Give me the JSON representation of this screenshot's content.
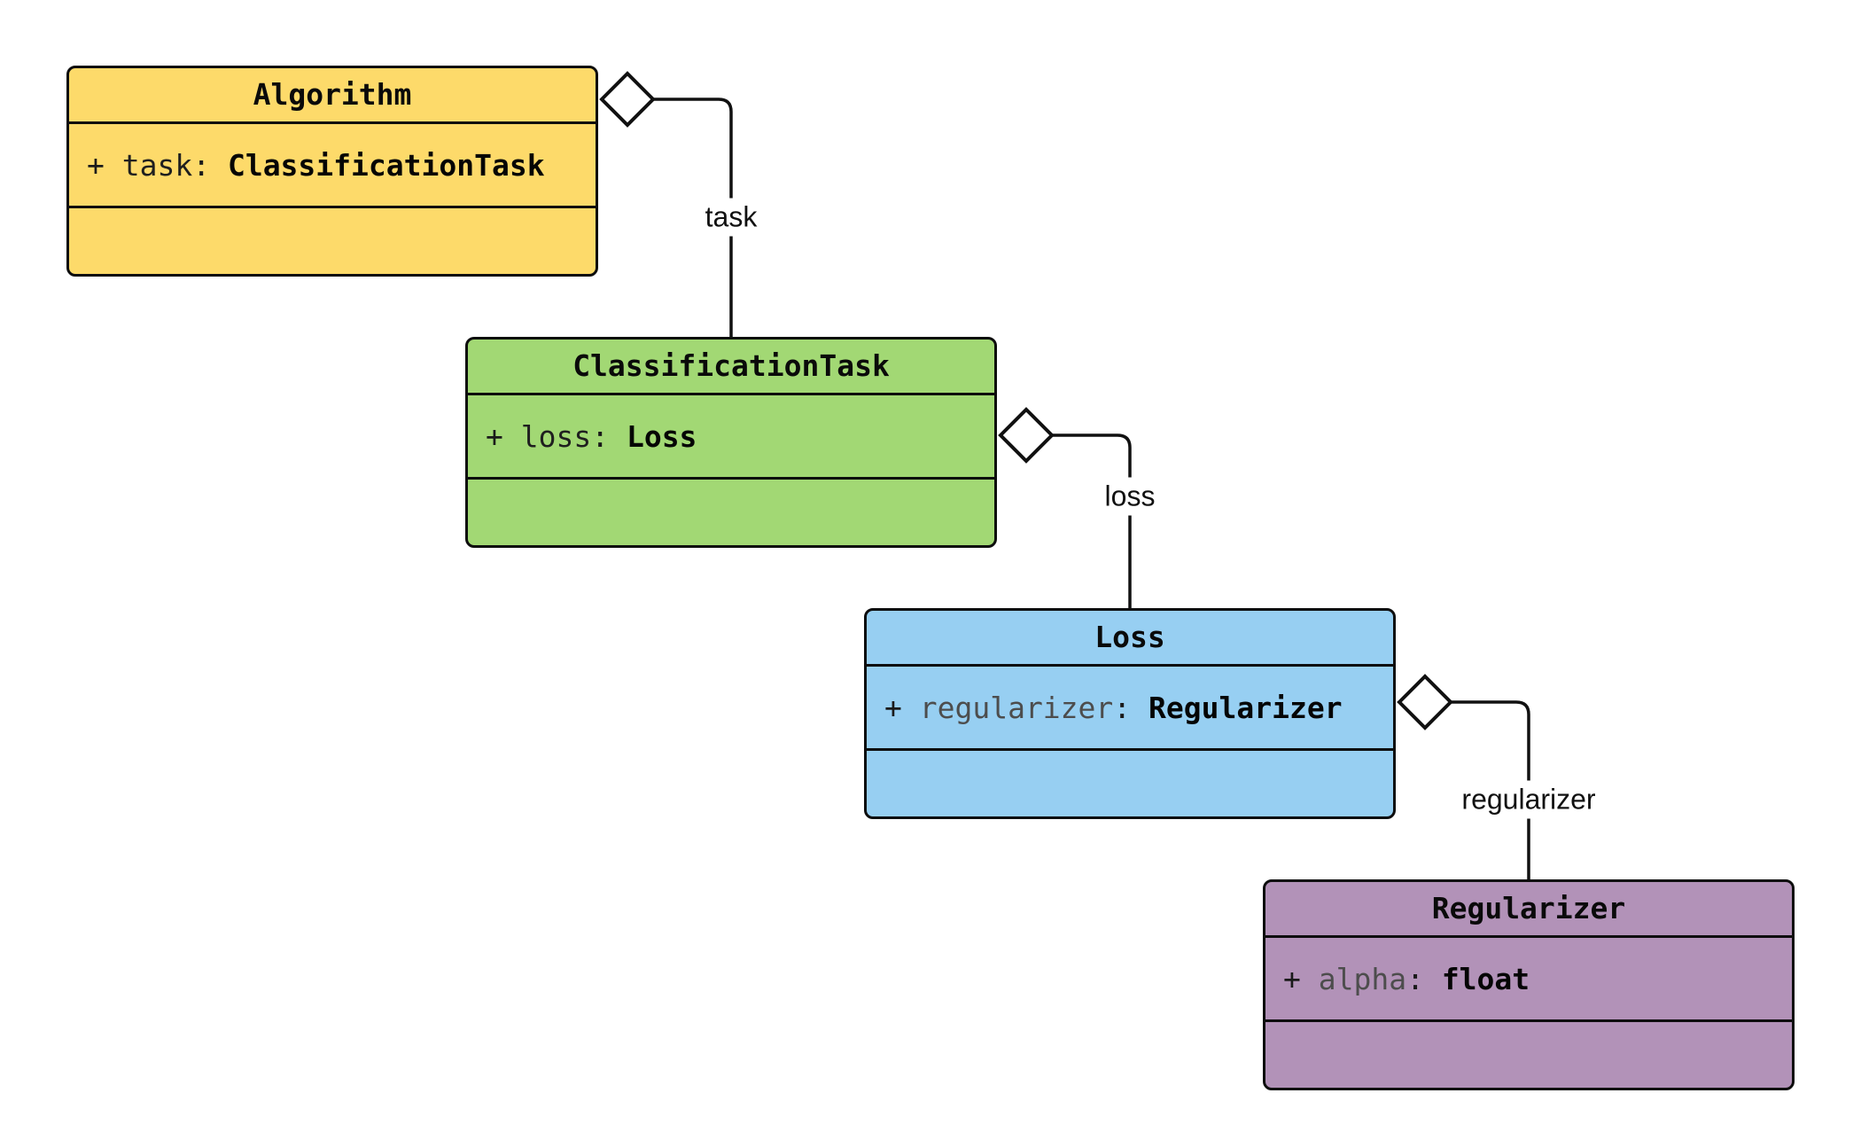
{
  "diagram": {
    "type": "uml-class-diagram",
    "background": "#ffffff",
    "line_color": "#111111",
    "diamond_fill": "#ffffff",
    "classes": [
      {
        "name": "Algorithm",
        "attribute": {
          "visibility": "+",
          "name": "task",
          "separator": ":",
          "type": "ClassificationTask"
        },
        "fill": "#FDDA6A",
        "attr_name_color": "#1f1f1f"
      },
      {
        "name": "ClassificationTask",
        "attribute": {
          "visibility": "+",
          "name": "loss",
          "separator": ":",
          "type": "Loss"
        },
        "fill": "#A2D874",
        "attr_name_color": "#1f1f1f"
      },
      {
        "name": "Loss",
        "attribute": {
          "visibility": "+",
          "name": "regularizer",
          "separator": ":",
          "type": "Regularizer"
        },
        "fill": "#97CFF2",
        "attr_name_color": "#4d4d4d"
      },
      {
        "name": "Regularizer",
        "attribute": {
          "visibility": "+",
          "name": "alpha",
          "separator": ":",
          "type": "float"
        },
        "fill": "#B292B8",
        "attr_name_color": "#4d4d4d"
      }
    ],
    "relations": [
      {
        "from": "Algorithm",
        "to": "ClassificationTask",
        "label": "task",
        "kind": "aggregation"
      },
      {
        "from": "ClassificationTask",
        "to": "Loss",
        "label": "loss",
        "kind": "aggregation"
      },
      {
        "from": "Loss",
        "to": "Regularizer",
        "label": "regularizer",
        "kind": "aggregation"
      }
    ]
  }
}
